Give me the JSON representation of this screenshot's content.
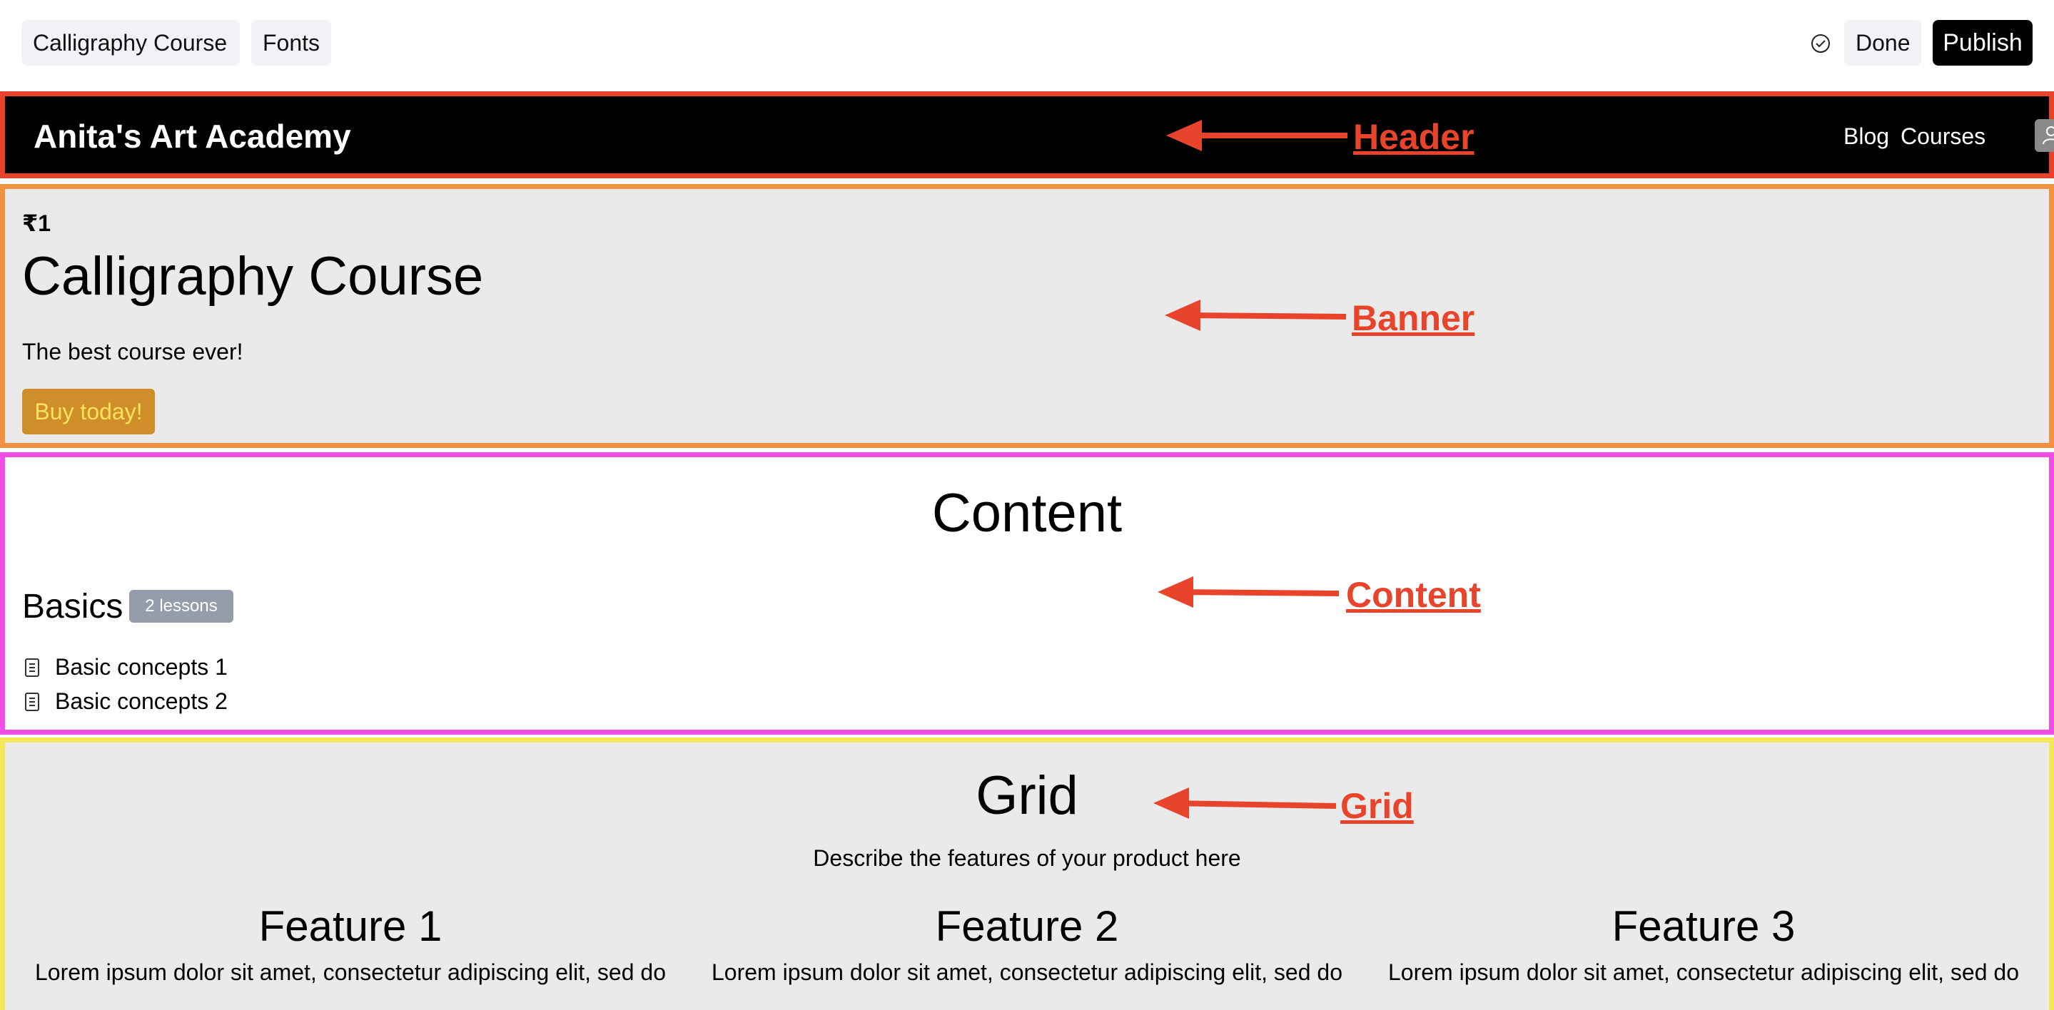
{
  "toolbar": {
    "course_label": "Calligraphy Course",
    "fonts_label": "Fonts",
    "done_label": "Done",
    "publish_label": "Publish"
  },
  "header": {
    "brand": "Anita's Art Academy",
    "nav": [
      "Blog",
      "Courses"
    ]
  },
  "banner": {
    "price": "₹1",
    "title": "Calligraphy Course",
    "description": "The best course ever!",
    "cta_label": "Buy today!"
  },
  "content": {
    "heading": "Content",
    "section_title": "Basics",
    "badge": "2 lessons",
    "lessons": [
      "Basic concepts 1",
      "Basic concepts 2"
    ]
  },
  "grid": {
    "heading": "Grid",
    "subtitle": "Describe the features of your product here",
    "features": [
      {
        "title": "Feature 1",
        "text": "Lorem ipsum dolor sit amet, consectetur adipiscing elit, sed do"
      },
      {
        "title": "Feature 2",
        "text": "Lorem ipsum dolor sit amet, consectetur adipiscing elit, sed do"
      },
      {
        "title": "Feature 3",
        "text": "Lorem ipsum dolor sit amet, consectetur adipiscing elit, sed do"
      }
    ]
  },
  "annotations": {
    "header": "Header",
    "banner": "Banner",
    "content": "Content",
    "grid": "Grid"
  },
  "colors": {
    "header_border": "#e8442c",
    "banner_border": "#f0923f",
    "content_border": "#ef4fe6",
    "grid_border": "#f2e85a",
    "annotation": "#e8442c",
    "cta_bg": "#d08e2b",
    "cta_text": "#fbe45a",
    "badge_bg": "#959dad"
  },
  "icons": {
    "saved_status": "check-circle-icon",
    "avatar": "user-icon",
    "lesson": "document-icon"
  }
}
